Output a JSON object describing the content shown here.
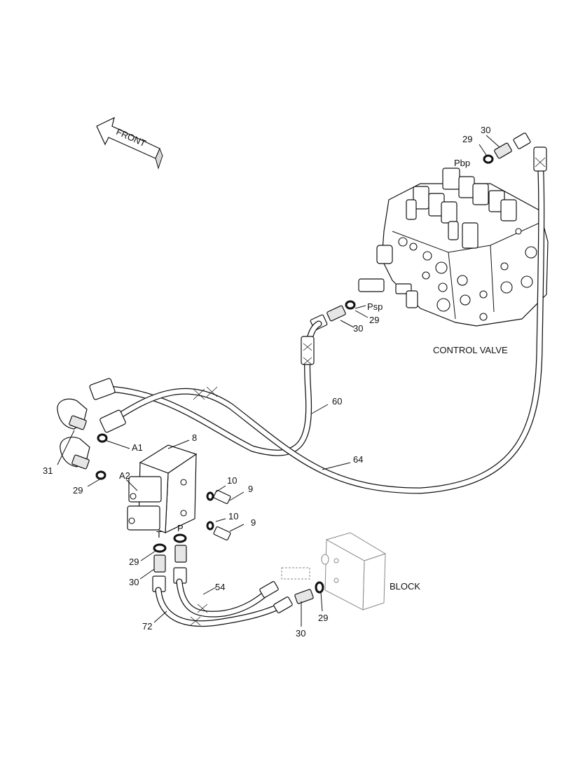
{
  "front_arrow": {
    "text": "FRONT"
  },
  "component_labels": {
    "control_valve": "CONTROL VALVE",
    "block": "BLOCK"
  },
  "port_labels": {
    "pbp": "Pbp",
    "psp": "Psp",
    "a1": "A1",
    "a2": "A2",
    "t": "T",
    "p": "P"
  },
  "callouts": [
    {
      "id": "c-30-top",
      "text": "30"
    },
    {
      "id": "c-29-top",
      "text": "29"
    },
    {
      "id": "c-29-psp",
      "text": "29"
    },
    {
      "id": "c-30-psp",
      "text": "30"
    },
    {
      "id": "c-60",
      "text": "60"
    },
    {
      "id": "c-64",
      "text": "64"
    },
    {
      "id": "c-8",
      "text": "8"
    },
    {
      "id": "c-31",
      "text": "31"
    },
    {
      "id": "c-29-left",
      "text": "29"
    },
    {
      "id": "c-10-a",
      "text": "10"
    },
    {
      "id": "c-9-a",
      "text": "9"
    },
    {
      "id": "c-10-b",
      "text": "10"
    },
    {
      "id": "c-9-b",
      "text": "9"
    },
    {
      "id": "c-29-tp",
      "text": "29"
    },
    {
      "id": "c-30-tp",
      "text": "30"
    },
    {
      "id": "c-54",
      "text": "54"
    },
    {
      "id": "c-72",
      "text": "72"
    },
    {
      "id": "c-29-block",
      "text": "29"
    },
    {
      "id": "c-30-block",
      "text": "30"
    }
  ]
}
